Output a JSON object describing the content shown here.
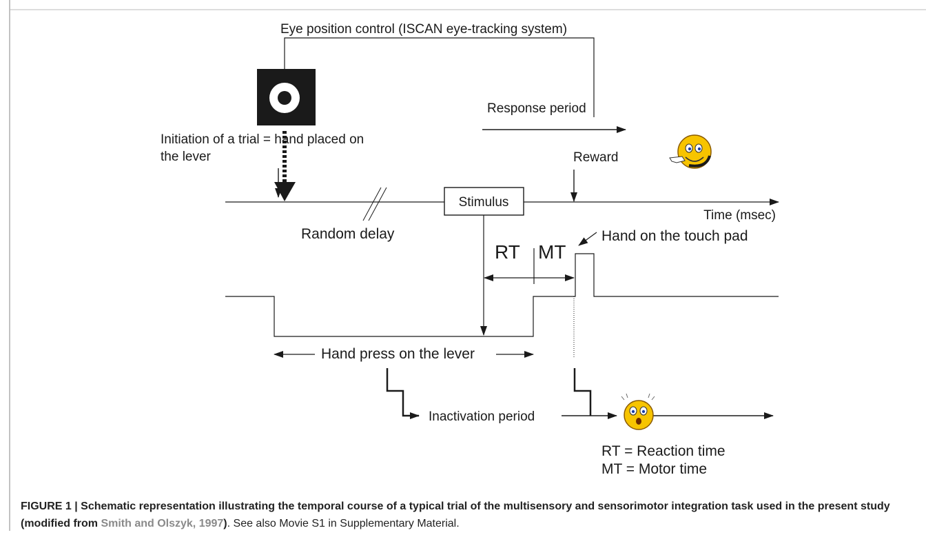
{
  "labels": {
    "eye_control": "Eye position control (ISCAN eye-tracking system)",
    "response_period": "Response period",
    "initiation_line1": "Initiation of a trial = hand placed on",
    "initiation_line2": "the lever",
    "reward": "Reward",
    "stimulus": "Stimulus",
    "time": "Time (msec)",
    "random_delay": "Random delay",
    "rt": "RT",
    "mt": "MT",
    "hand_touch_pad": "Hand on the touch pad",
    "hand_press": "Hand press on the lever",
    "inactivation": "Inactivation period",
    "legend_rt": "RT = Reaction time",
    "legend_mt": "MT = Motor time"
  },
  "caption": {
    "bold_text": "FIGURE 1 | Schematic representation illustrating the temporal course of a typical trial of the multisensory and sensorimotor integration task used in the present study (modified from ",
    "citation": "Smith and Olszyk, 1997",
    "bold_close": ")",
    "rest": ". See also Movie S1 in Supplementary Material."
  },
  "colors": {
    "line": "#1a1a1a",
    "smiley_fill": "#f7c400",
    "smiley_outline": "#8a5a00",
    "citation": "#8a8a8a"
  },
  "icons": [
    "fixation-target-icon",
    "smiley-pointing-icon",
    "surprised-smiley-icon"
  ]
}
